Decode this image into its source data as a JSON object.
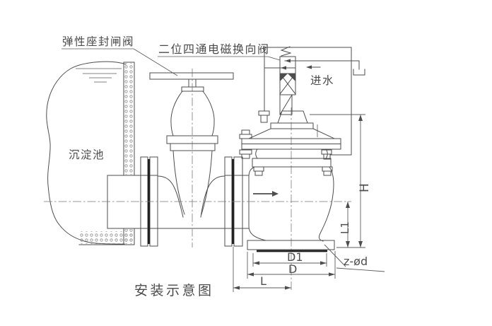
{
  "caption": "安装示意图",
  "labels": {
    "gate_valve": "弹性座封闸阀",
    "solenoid_valve": "二位四通电磁换向阀",
    "water_inlet": "进水",
    "tank": "沉淀池"
  },
  "dimensions": {
    "h": "H",
    "l1": "L1",
    "d1": "D1",
    "d": "D",
    "l": "L",
    "bolt_holes": "z-ød"
  },
  "colors": {
    "line": "#4d4d4d",
    "gasket": "#1f1f1f",
    "text": "#4a4a4a",
    "background": "#ffffff"
  }
}
